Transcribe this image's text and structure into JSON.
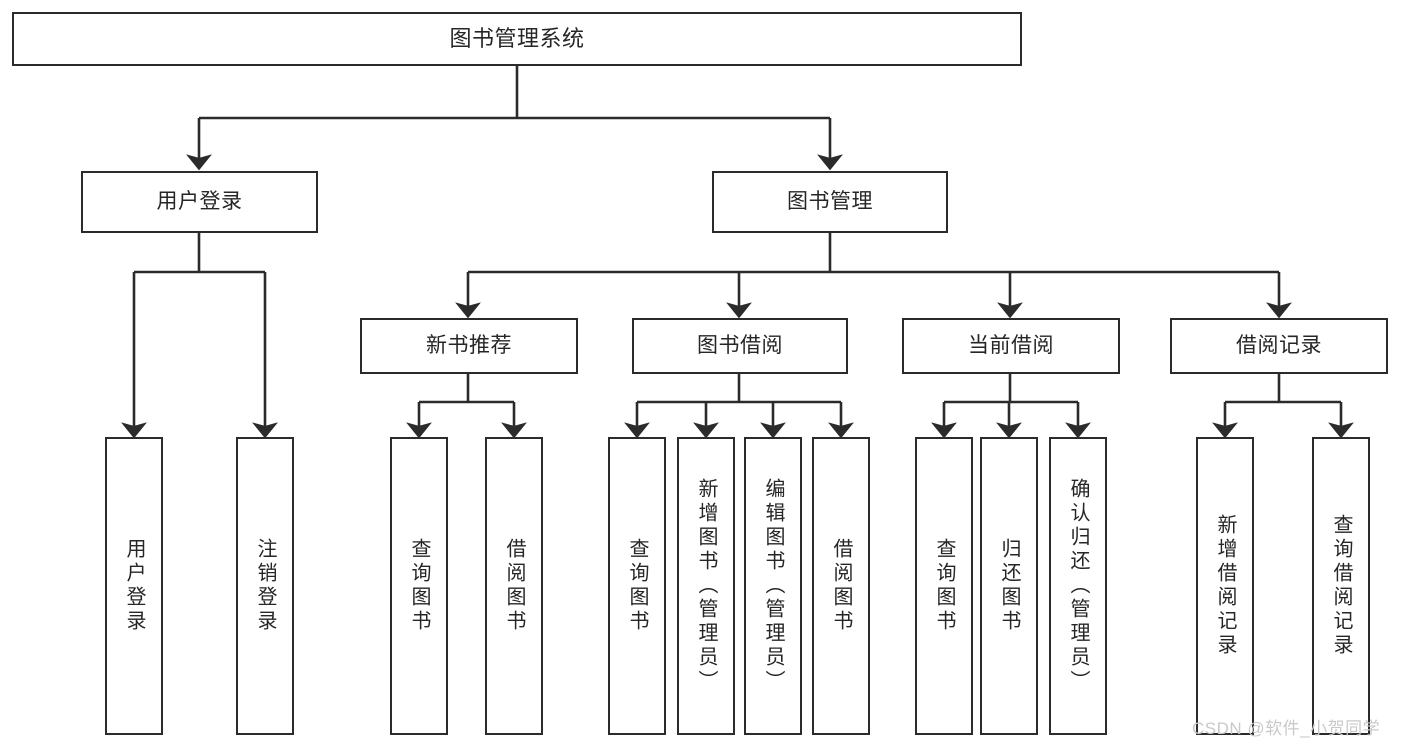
{
  "diagram": {
    "type": "tree",
    "title": "图书管理系统",
    "watermark": "CSDN @软件_小贺同学",
    "colors": {
      "box_border": "#2b2b2b",
      "box_fill": "#ffffff",
      "text": "#262626",
      "edge": "#2b2b2b",
      "watermark": "#c9c9c9",
      "background": "#ffffff"
    },
    "levels": {
      "root": {
        "label": "图书管理系统"
      },
      "level1": [
        {
          "label": "用户登录"
        },
        {
          "label": "图书管理"
        }
      ],
      "level2": [
        {
          "label": "新书推荐"
        },
        {
          "label": "图书借阅"
        },
        {
          "label": "当前借阅"
        },
        {
          "label": "借阅记录"
        }
      ]
    },
    "leaves": {
      "user_login": [
        {
          "label": "用户登录"
        },
        {
          "label": "注销登录"
        }
      ],
      "new_book_recommend": [
        {
          "label": "查询图书"
        },
        {
          "label": "借阅图书"
        }
      ],
      "book_borrow": [
        {
          "label": "查询图书"
        },
        {
          "label": "新增图书（管理员）"
        },
        {
          "label": "编辑图书（管理员）"
        },
        {
          "label": "借阅图书"
        }
      ],
      "current_borrow": [
        {
          "label": "查询图书"
        },
        {
          "label": "归还图书"
        },
        {
          "label": "确认归还（管理员）"
        }
      ],
      "borrow_record": [
        {
          "label": "新增借阅记录"
        },
        {
          "label": "查询借阅记录"
        }
      ]
    }
  }
}
